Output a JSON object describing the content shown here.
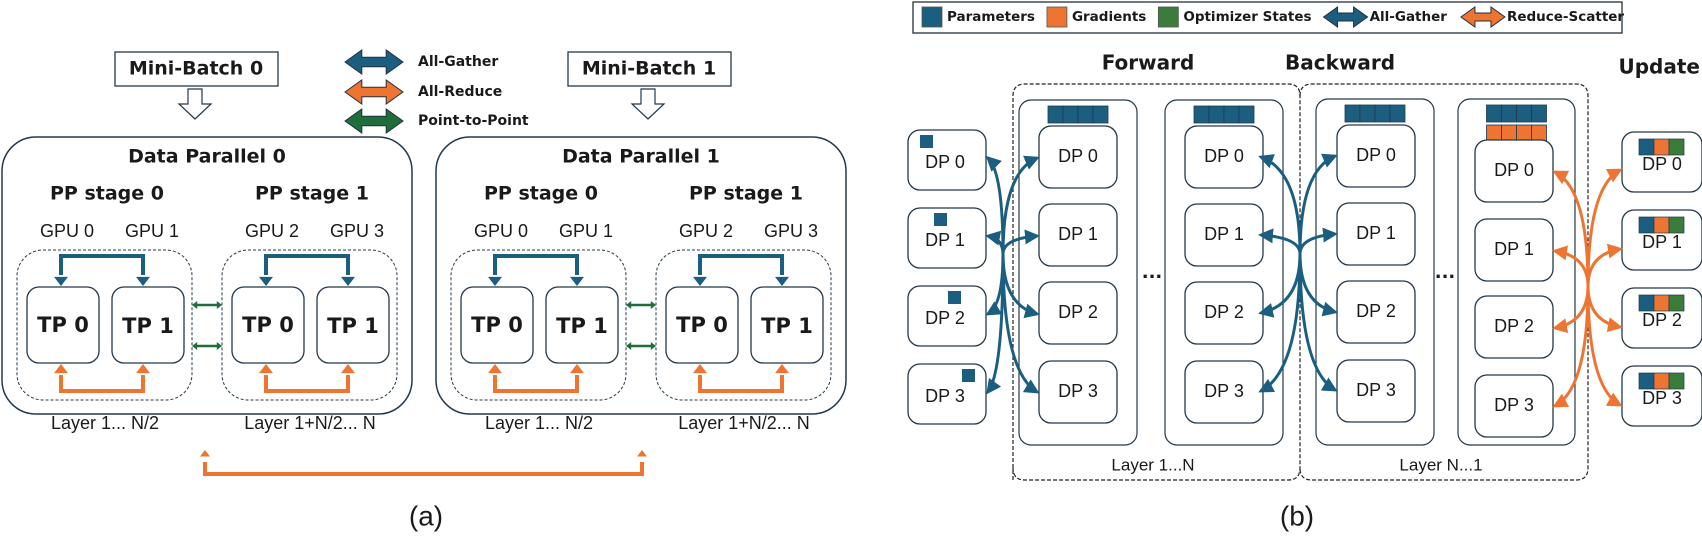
{
  "colors": {
    "parameters": "#1b5e80",
    "gradients": "#ee7432",
    "optimizer": "#3a7d3a",
    "all_gather": "#1b5e80",
    "all_reduce": "#ee7432",
    "point_to_point": "#1f6e3a",
    "reduce_scatter": "#ee7432",
    "stroke": "#24384a"
  },
  "panel_a": {
    "caption": "(a)",
    "legend": [
      {
        "label": "All-Gather",
        "color_key": "all_gather"
      },
      {
        "label": "All-Reduce",
        "color_key": "all_reduce"
      },
      {
        "label": "Point-to-Point",
        "color_key": "point_to_point"
      }
    ],
    "groups": [
      {
        "mini_batch": "Mini-Batch 0",
        "title": "Data Parallel 0",
        "stages": [
          {
            "title": "PP stage 0",
            "gpus": [
              "GPU 0",
              "GPU 1"
            ],
            "tps": [
              "TP 0",
              "TP 1"
            ],
            "layers": "Layer 1... N/2"
          },
          {
            "title": "PP stage 1",
            "gpus": [
              "GPU 2",
              "GPU 3"
            ],
            "tps": [
              "TP 0",
              "TP 1"
            ],
            "layers": "Layer 1+N/2... N"
          }
        ]
      },
      {
        "mini_batch": "Mini-Batch 1",
        "title": "Data Parallel 1",
        "stages": [
          {
            "title": "PP stage 0",
            "gpus": [
              "GPU 0",
              "GPU 1"
            ],
            "tps": [
              "TP 0",
              "TP 1"
            ],
            "layers": "Layer 1... N/2"
          },
          {
            "title": "PP stage 1",
            "gpus": [
              "GPU 2",
              "GPU 3"
            ],
            "tps": [
              "TP 0",
              "TP 1"
            ],
            "layers": "Layer 1+N/2... N"
          }
        ]
      }
    ]
  },
  "panel_b": {
    "caption": "(b)",
    "legend": [
      {
        "label": "Parameters",
        "kind": "swatch",
        "color_key": "parameters"
      },
      {
        "label": "Gradients",
        "kind": "swatch",
        "color_key": "gradients"
      },
      {
        "label": "Optimizer States",
        "kind": "swatch",
        "color_key": "optimizer"
      },
      {
        "label": "All-Gather",
        "kind": "arrow",
        "color_key": "all_gather"
      },
      {
        "label": "Reduce-Scatter",
        "kind": "arrow",
        "color_key": "reduce_scatter"
      }
    ],
    "phases": {
      "forward": "Forward",
      "backward": "Backward",
      "update": "Update"
    },
    "dp_labels": [
      "DP 0",
      "DP 1",
      "DP 2",
      "DP 3"
    ],
    "ellipsis": "...",
    "forward_layers": "Layer 1...N",
    "backward_layers": "Layer N...1"
  }
}
